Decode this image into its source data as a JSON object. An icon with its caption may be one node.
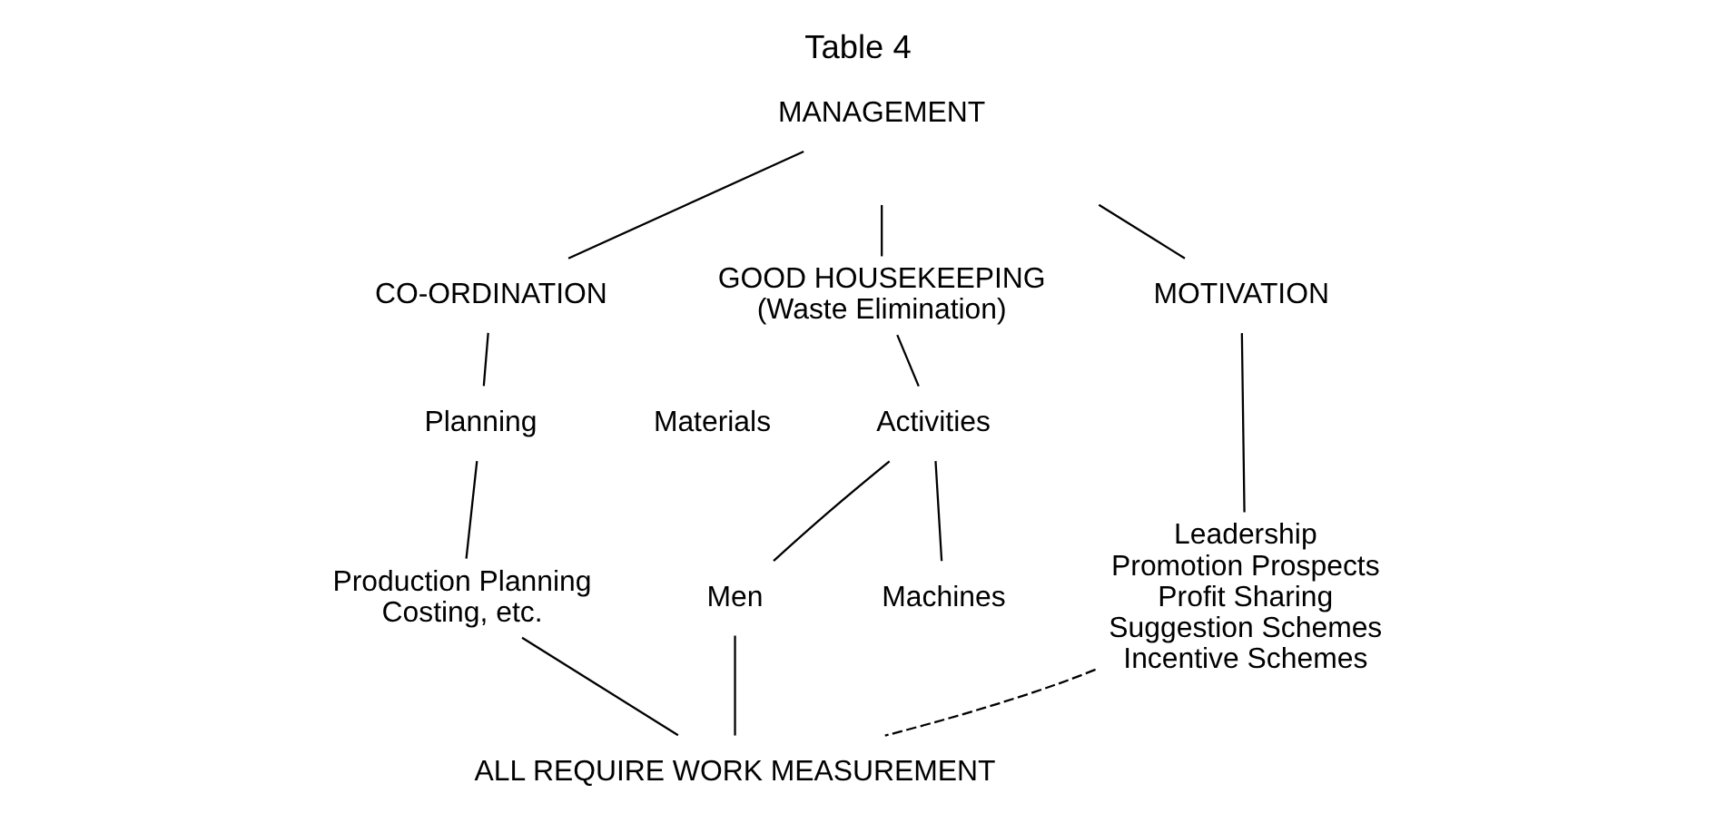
{
  "diagram": {
    "title": "Table 4",
    "nodes": [
      {
        "text": [
          "MANAGEMENT"
        ]
      },
      {
        "text": [
          "GOOD HOUSEKEEPING",
          "(Waste Elimination)"
        ]
      },
      {
        "text": [
          "Materials"
        ]
      },
      {
        "text": [
          "Activities"
        ]
      },
      {
        "text": [
          "Men"
        ]
      },
      {
        "text": [
          "Machines"
        ]
      },
      {
        "text": [
          "CO-ORDINATION"
        ]
      },
      {
        "text": [
          "Planning"
        ]
      },
      {
        "text": [
          "Production Planning",
          "Costing, etc."
        ]
      },
      {
        "text": [
          "MOTIVATION"
        ]
      },
      {
        "text": [
          "Leadership",
          "Promotion Prospects",
          "Profit Sharing",
          "Suggestion Schemes",
          "Incentive Schemes"
        ]
      },
      {
        "text": [
          "ALL REQUIRE WORK MEASUREMENT"
        ]
      }
    ],
    "edges": [
      {
        "from": null,
        "to": 1,
        "arrow": "none"
      },
      {
        "from": 0,
        "to": 6,
        "arrow": "none"
      },
      {
        "from": null,
        "to": 9,
        "arrow": "none"
      },
      {
        "from": 1,
        "to": 3,
        "arrow": "none"
      },
      {
        "from": 3,
        "to": 4,
        "arrow": "none"
      },
      {
        "from": 3,
        "to": 5,
        "arrow": "none"
      },
      {
        "from": 6,
        "to": 7,
        "arrow": "none"
      },
      {
        "from": 7,
        "to": 8,
        "arrow": "none"
      },
      {
        "from": 9,
        "to": 10,
        "arrow": "none"
      },
      {
        "from": 4,
        "to": 11,
        "arrow": "none"
      },
      {
        "from": 8,
        "to": 11,
        "arrow": "none"
      },
      {
        "from": 10,
        "to": 11,
        "arrow": "none",
        "style": "dashed"
      }
    ]
  }
}
